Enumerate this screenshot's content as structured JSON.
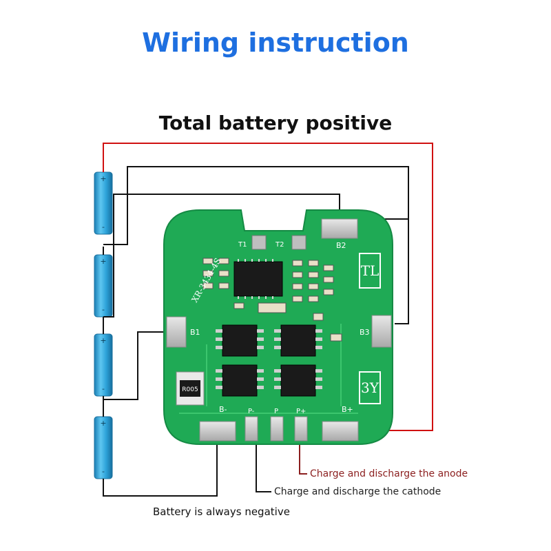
{
  "title": "Wiring instruction",
  "subtitle": "Total battery positive",
  "labels": {
    "anode": "Charge and discharge the anode",
    "cathode": "Charge and discharge the cathode",
    "negative": "Battery is always negative"
  },
  "board": {
    "chip_label": "XR-3434-4S",
    "resistor": "R005",
    "mark_top": "TL",
    "mark_bottom": "3Y",
    "b1": "B1",
    "b2": "B2",
    "b3": "B3",
    "bplus": "B+",
    "bminus": "B-",
    "pminus": "P-",
    "p": "P",
    "pplus": "P+",
    "t1": "T1",
    "t2": "T2"
  },
  "colors": {
    "title": "#1e6fe0",
    "positive_wire": "#d01010",
    "wire": "#111111",
    "pcb": "#1faa55",
    "battery": "#2aa0d8"
  }
}
